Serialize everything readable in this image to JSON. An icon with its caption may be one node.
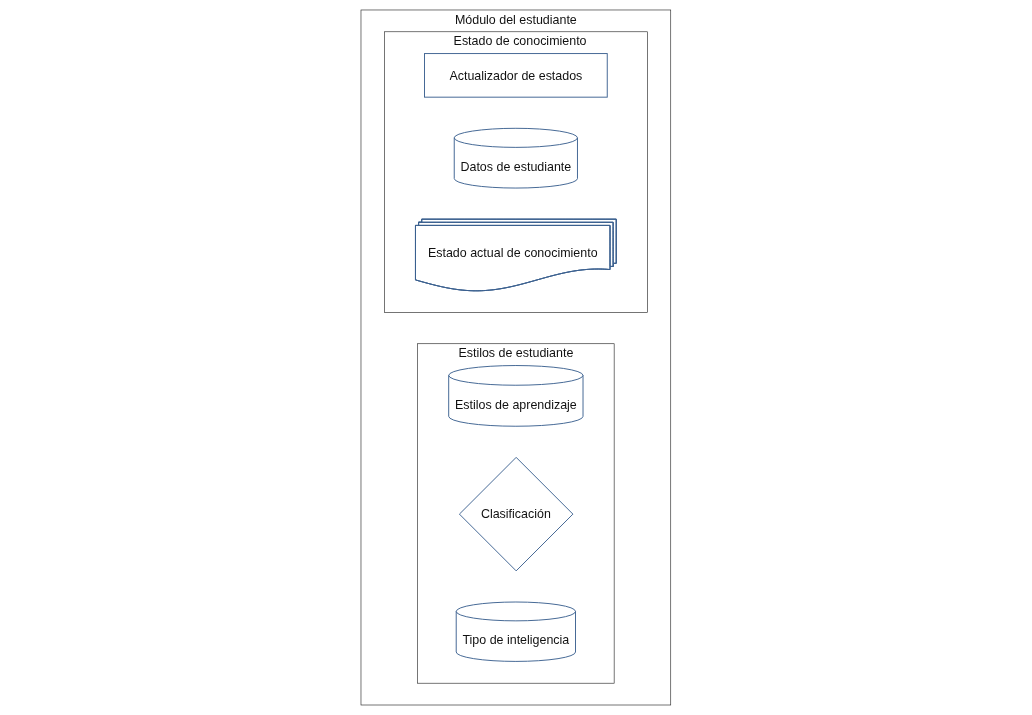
{
  "diagram": {
    "nodes": [
      {
        "text": [
          "Módulo del estudiante"
        ]
      },
      {
        "text": [
          "Estilos de estudiante"
        ],
        "in": 0
      },
      {
        "text": [
          "Estilos de aprendizaje"
        ],
        "in": 1
      },
      {
        "text": [
          "Clasificación"
        ],
        "in": 1
      },
      {
        "text": [
          "Tipo de inteligencia"
        ],
        "in": 1
      },
      {
        "text": [
          "Estado de conocimiento"
        ],
        "in": 0
      },
      {
        "text": [
          "Actualizador de estados"
        ],
        "in": 5
      },
      {
        "text": [
          "Datos de estudiante"
        ],
        "in": 5
      },
      {
        "text": [
          "Estado actual de conocimiento"
        ],
        "in": 5
      }
    ]
  }
}
